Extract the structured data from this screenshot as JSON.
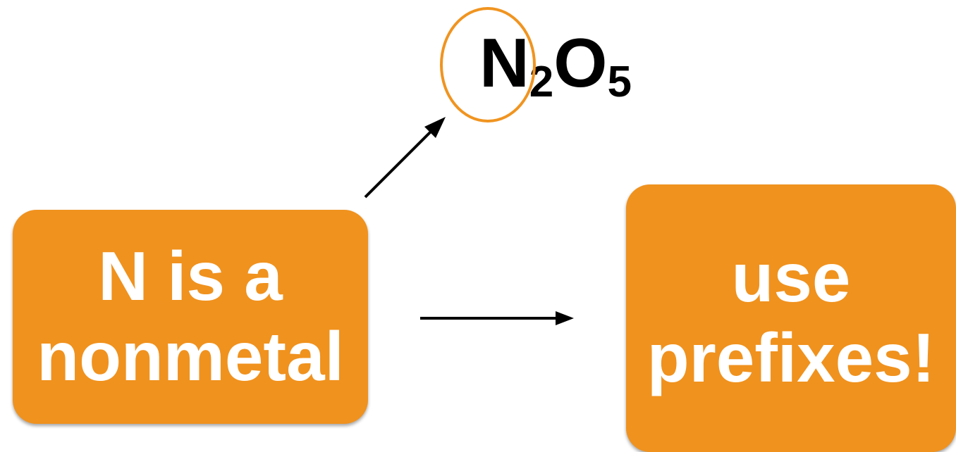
{
  "formula": {
    "element1": "N",
    "sub1": "2",
    "element2": "O",
    "sub2": "5"
  },
  "left_box": {
    "line1": "N is a",
    "line2": "nonmetal"
  },
  "right_box": {
    "line1": "use",
    "line2": "prefixes!"
  },
  "colors": {
    "box_fill": "#f0921e",
    "circle_stroke": "#f09420",
    "text_on_box": "#ffffff",
    "arrow": "#000000"
  }
}
